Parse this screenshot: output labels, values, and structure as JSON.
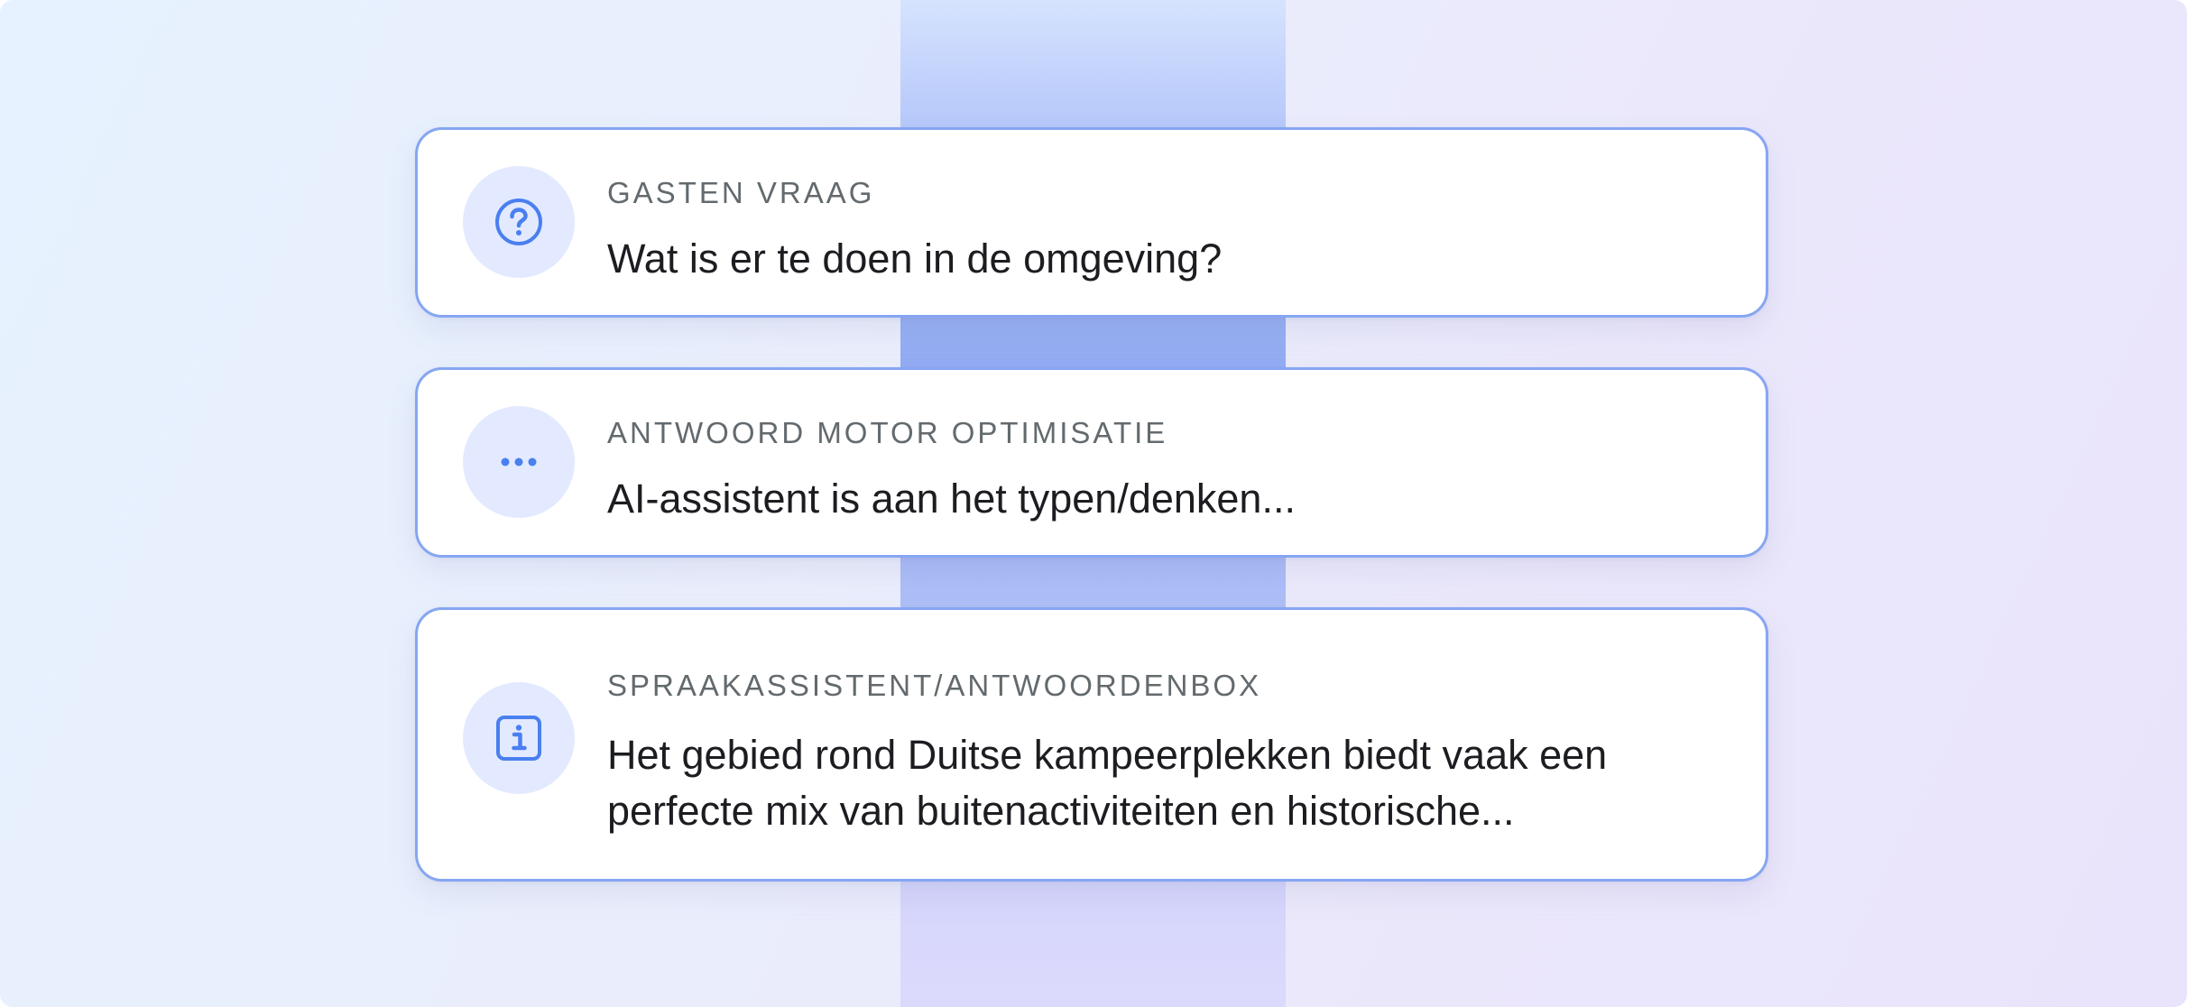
{
  "colors": {
    "accent": "#4a7ff0",
    "card_border": "#86a6f2",
    "icon_bg": "#e3eaff",
    "label_text": "#636a6e",
    "body_text": "#1c1d21"
  },
  "cards": [
    {
      "icon": "question-circle-icon",
      "label": "GASTEN VRAAG",
      "text": "Wat is er te doen in de omgeving?"
    },
    {
      "icon": "ellipsis-icon",
      "label": "ANTWOORD MOTOR OPTIMISATIE",
      "text": "AI-assistent is aan het typen/denken..."
    },
    {
      "icon": "info-square-icon",
      "label": "SPRAAKASSISTENT/ANTWOORDENBOX",
      "text": "Het gebied rond Duitse kampeerplekken biedt vaak een perfecte mix van buitenactiviteiten en historische..."
    }
  ]
}
